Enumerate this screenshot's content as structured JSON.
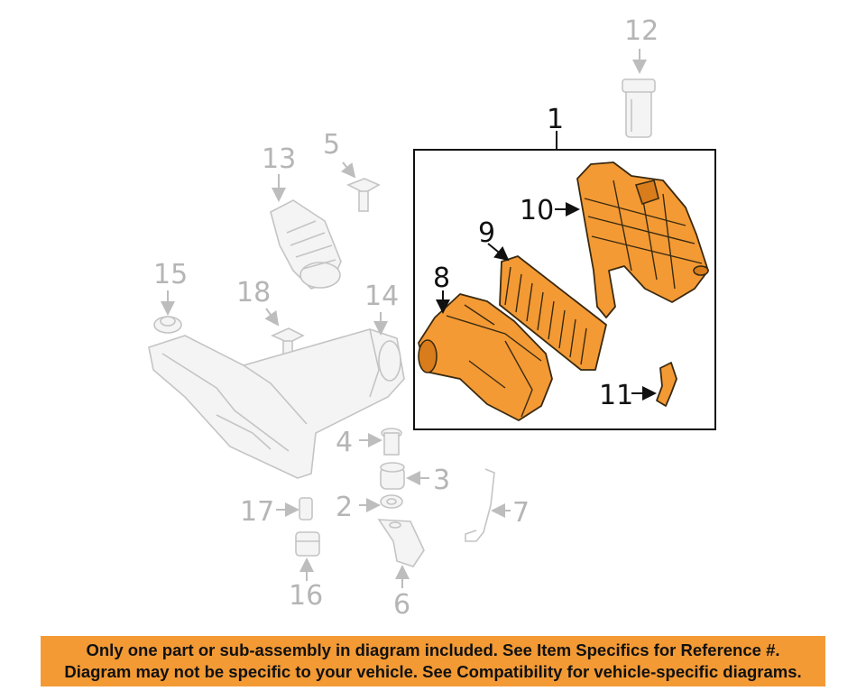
{
  "diagram": {
    "callouts": {
      "c1": "1",
      "c2": "2",
      "c3": "3",
      "c4": "4",
      "c5": "5",
      "c6": "6",
      "c7": "7",
      "c8": "8",
      "c9": "9",
      "c10": "10",
      "c11": "11",
      "c12": "12",
      "c13": "13",
      "c14": "14",
      "c15": "15",
      "c16": "16",
      "c17": "17",
      "c18": "18"
    },
    "colors": {
      "highlight": "#f39a35",
      "ghost": "#c4c4c4",
      "frame": "#111111"
    }
  },
  "banner": {
    "line1": "Only one part or sub-assembly in diagram included. See Item Specifics for Reference #.",
    "line2": "Diagram may not be specific to your vehicle. See Compatibility for vehicle-specific diagrams."
  }
}
